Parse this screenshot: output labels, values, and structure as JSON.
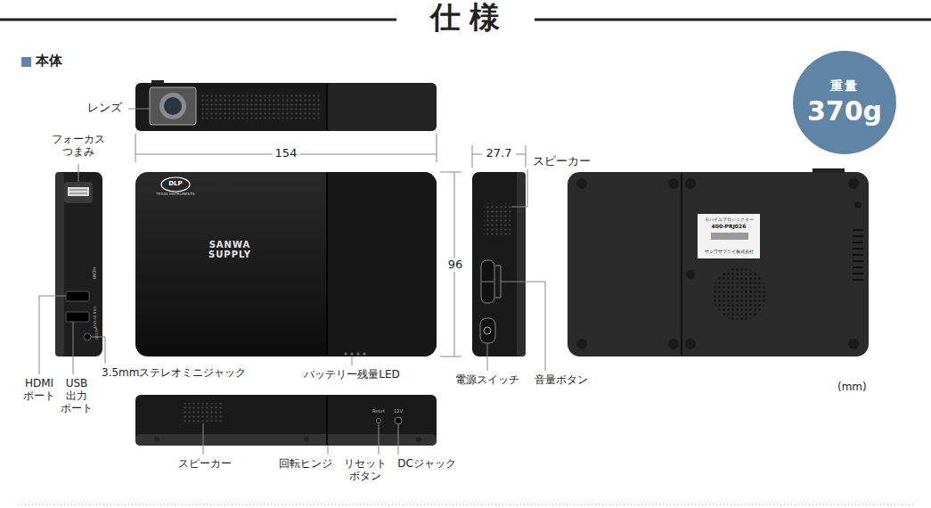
{
  "diagram": {
    "title": "仕様",
    "nodes": [
      {
        "text": [
          "重量",
          "370g"
        ]
      }
    ],
    "labels": [
      "本体",
      "レンズ",
      "154",
      "フォーカス つまみ",
      "27.7",
      "スピーカー",
      "DLP",
      "TEXAS INSTRUMENTS",
      "SANWA SUPPLY",
      "HDMI",
      "USB 5V OUT",
      "AUDIO",
      "96",
      "モバイルプロジェクター",
      "400-PRJ026",
      "サンワサプライ株式会社",
      "HDMI ポート",
      "USB 出力 ポート",
      "3.5mmステレオミニジャック",
      "バッテリー残量LED",
      "電源スイッチ",
      "音量ボタン",
      "(mm)",
      "Reset",
      "12V",
      "スピーカー",
      "回転ヒンジ",
      "リセット ボタン",
      "DCジャック"
    ]
  }
}
